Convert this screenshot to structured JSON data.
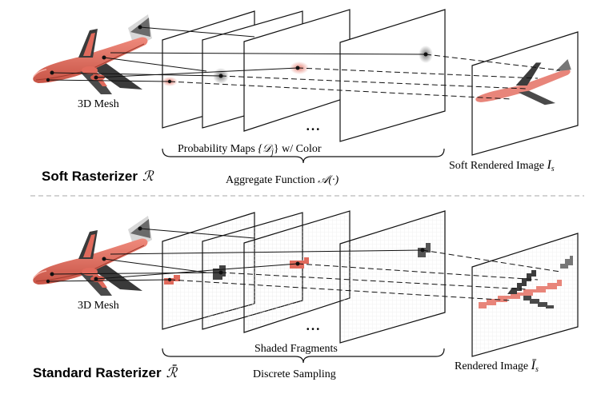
{
  "soft": {
    "mesh_label": "3D Mesh",
    "maps_label_pre": "Probability Maps ",
    "maps_label_math": "{𝒟",
    "maps_label_sub": "j",
    "maps_label_close": "}",
    "maps_label_post": " w/ Color",
    "ellipsis": "• • •",
    "aggregate_pre": "Aggregate Function ",
    "aggregate_math": "𝒜(·)",
    "title": "Soft Rasterizer",
    "title_symbol": "ℛ",
    "output_pre": "Soft Rendered Image ",
    "output_symbol": "I",
    "output_sub": "s"
  },
  "standard": {
    "mesh_label": "3D Mesh",
    "fragments_label": "Shaded Fragments",
    "ellipsis": "• • •",
    "sampling_label": "Discrete Sampling",
    "title": "Standard Rasterizer",
    "title_symbol": "ℛ̄",
    "output_pre": "Rendered Image ",
    "output_symbol": "Ī",
    "output_sub": "s"
  },
  "colors": {
    "mesh_red": "#e06a5c",
    "mesh_dark": "#3c3c3c",
    "line": "#111111",
    "divider": "#b9b9b9"
  }
}
